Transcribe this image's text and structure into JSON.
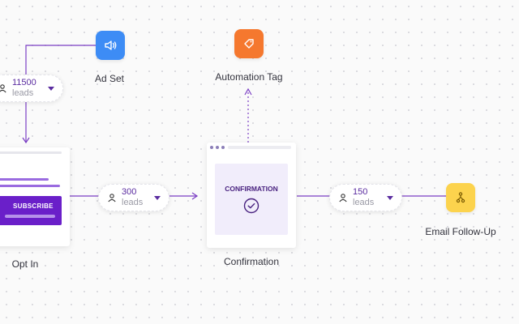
{
  "nodes": {
    "ad_set": {
      "label": "Ad Set",
      "icon": "speaker-icon",
      "color": "#3d8cf5"
    },
    "automation_tag": {
      "label": "Automation Tag",
      "icon": "tag-icon",
      "color": "#f5782e"
    },
    "opt_in": {
      "label": "Opt In",
      "button_label": "SUBSCRIBE"
    },
    "confirmation": {
      "label": "Confirmation",
      "inner_title": "CONFIRMATION"
    },
    "email_follow_up": {
      "label": "Email Follow-Up",
      "icon": "branch-icon",
      "color": "#fcd34d"
    }
  },
  "lead_pills": {
    "ad_to_optin": {
      "count": "11500",
      "unit": "leads"
    },
    "optin_to_confirmation": {
      "count": "300",
      "unit": "leads"
    },
    "confirmation_to_email": {
      "count": "150",
      "unit": "leads"
    }
  },
  "colors": {
    "accent": "#6a1fc9",
    "connector": "#7b3fc4"
  }
}
